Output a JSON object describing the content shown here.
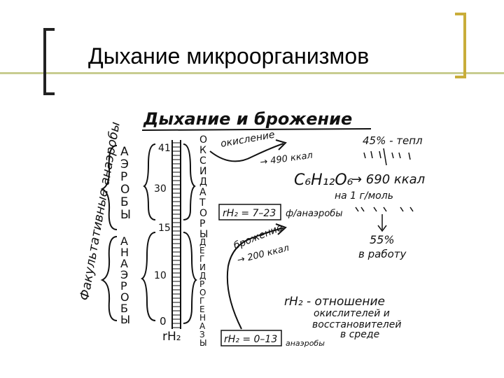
{
  "slide": {
    "title": "Дыхание микроорганизмов"
  },
  "diagram": {
    "heading": "Дыхание и брожение",
    "vertical_left": "Факультативные анаэробы",
    "aerobes": [
      "А",
      "Э",
      "Р",
      "О",
      "Б",
      "Ы"
    ],
    "anaerobes": [
      "А",
      "Н",
      "А",
      "Э",
      "Р",
      "О",
      "Б",
      "Ы"
    ],
    "oxidizers": [
      "О",
      "К",
      "С",
      "И",
      "Д",
      "А",
      "Т",
      "О",
      "Р",
      "Ы"
    ],
    "dehydrogenases": [
      "Д",
      "Е",
      "Г",
      "И",
      "Д",
      "Р",
      "О",
      "Г",
      "Е",
      "Н",
      "А",
      "З",
      "Ы"
    ],
    "scale_labels": [
      "41",
      "30",
      "15",
      "10",
      "0"
    ],
    "scale_caption": "rH₂",
    "oxidation_label": "окисление",
    "oxidation_energy": "→ 490 ккал",
    "fermentation_label": "брожение",
    "fermentation_energy": "→ 200 ккал",
    "mid_range": "rH₂ = 7–23",
    "mid_range_note": "ф/анаэробы",
    "bottom_range": "rH₂ = 0–13",
    "bottom_range_note": "анаэробы",
    "heat": "45% - тепл",
    "glucose": "C₆H₁₂O₆",
    "glucose_energy": "→ 690 ккал",
    "per_mole": "на 1 г/моль",
    "work_percent": "55%",
    "work_label": "в работу",
    "rh2_definition": [
      "rH₂ - отношение",
      "окислителей и",
      "восстановителей",
      "в среде"
    ]
  },
  "colors": {
    "accent_bar": "#c8cc90",
    "right_bracket": "#c9ad3a",
    "ink": "#111111"
  }
}
